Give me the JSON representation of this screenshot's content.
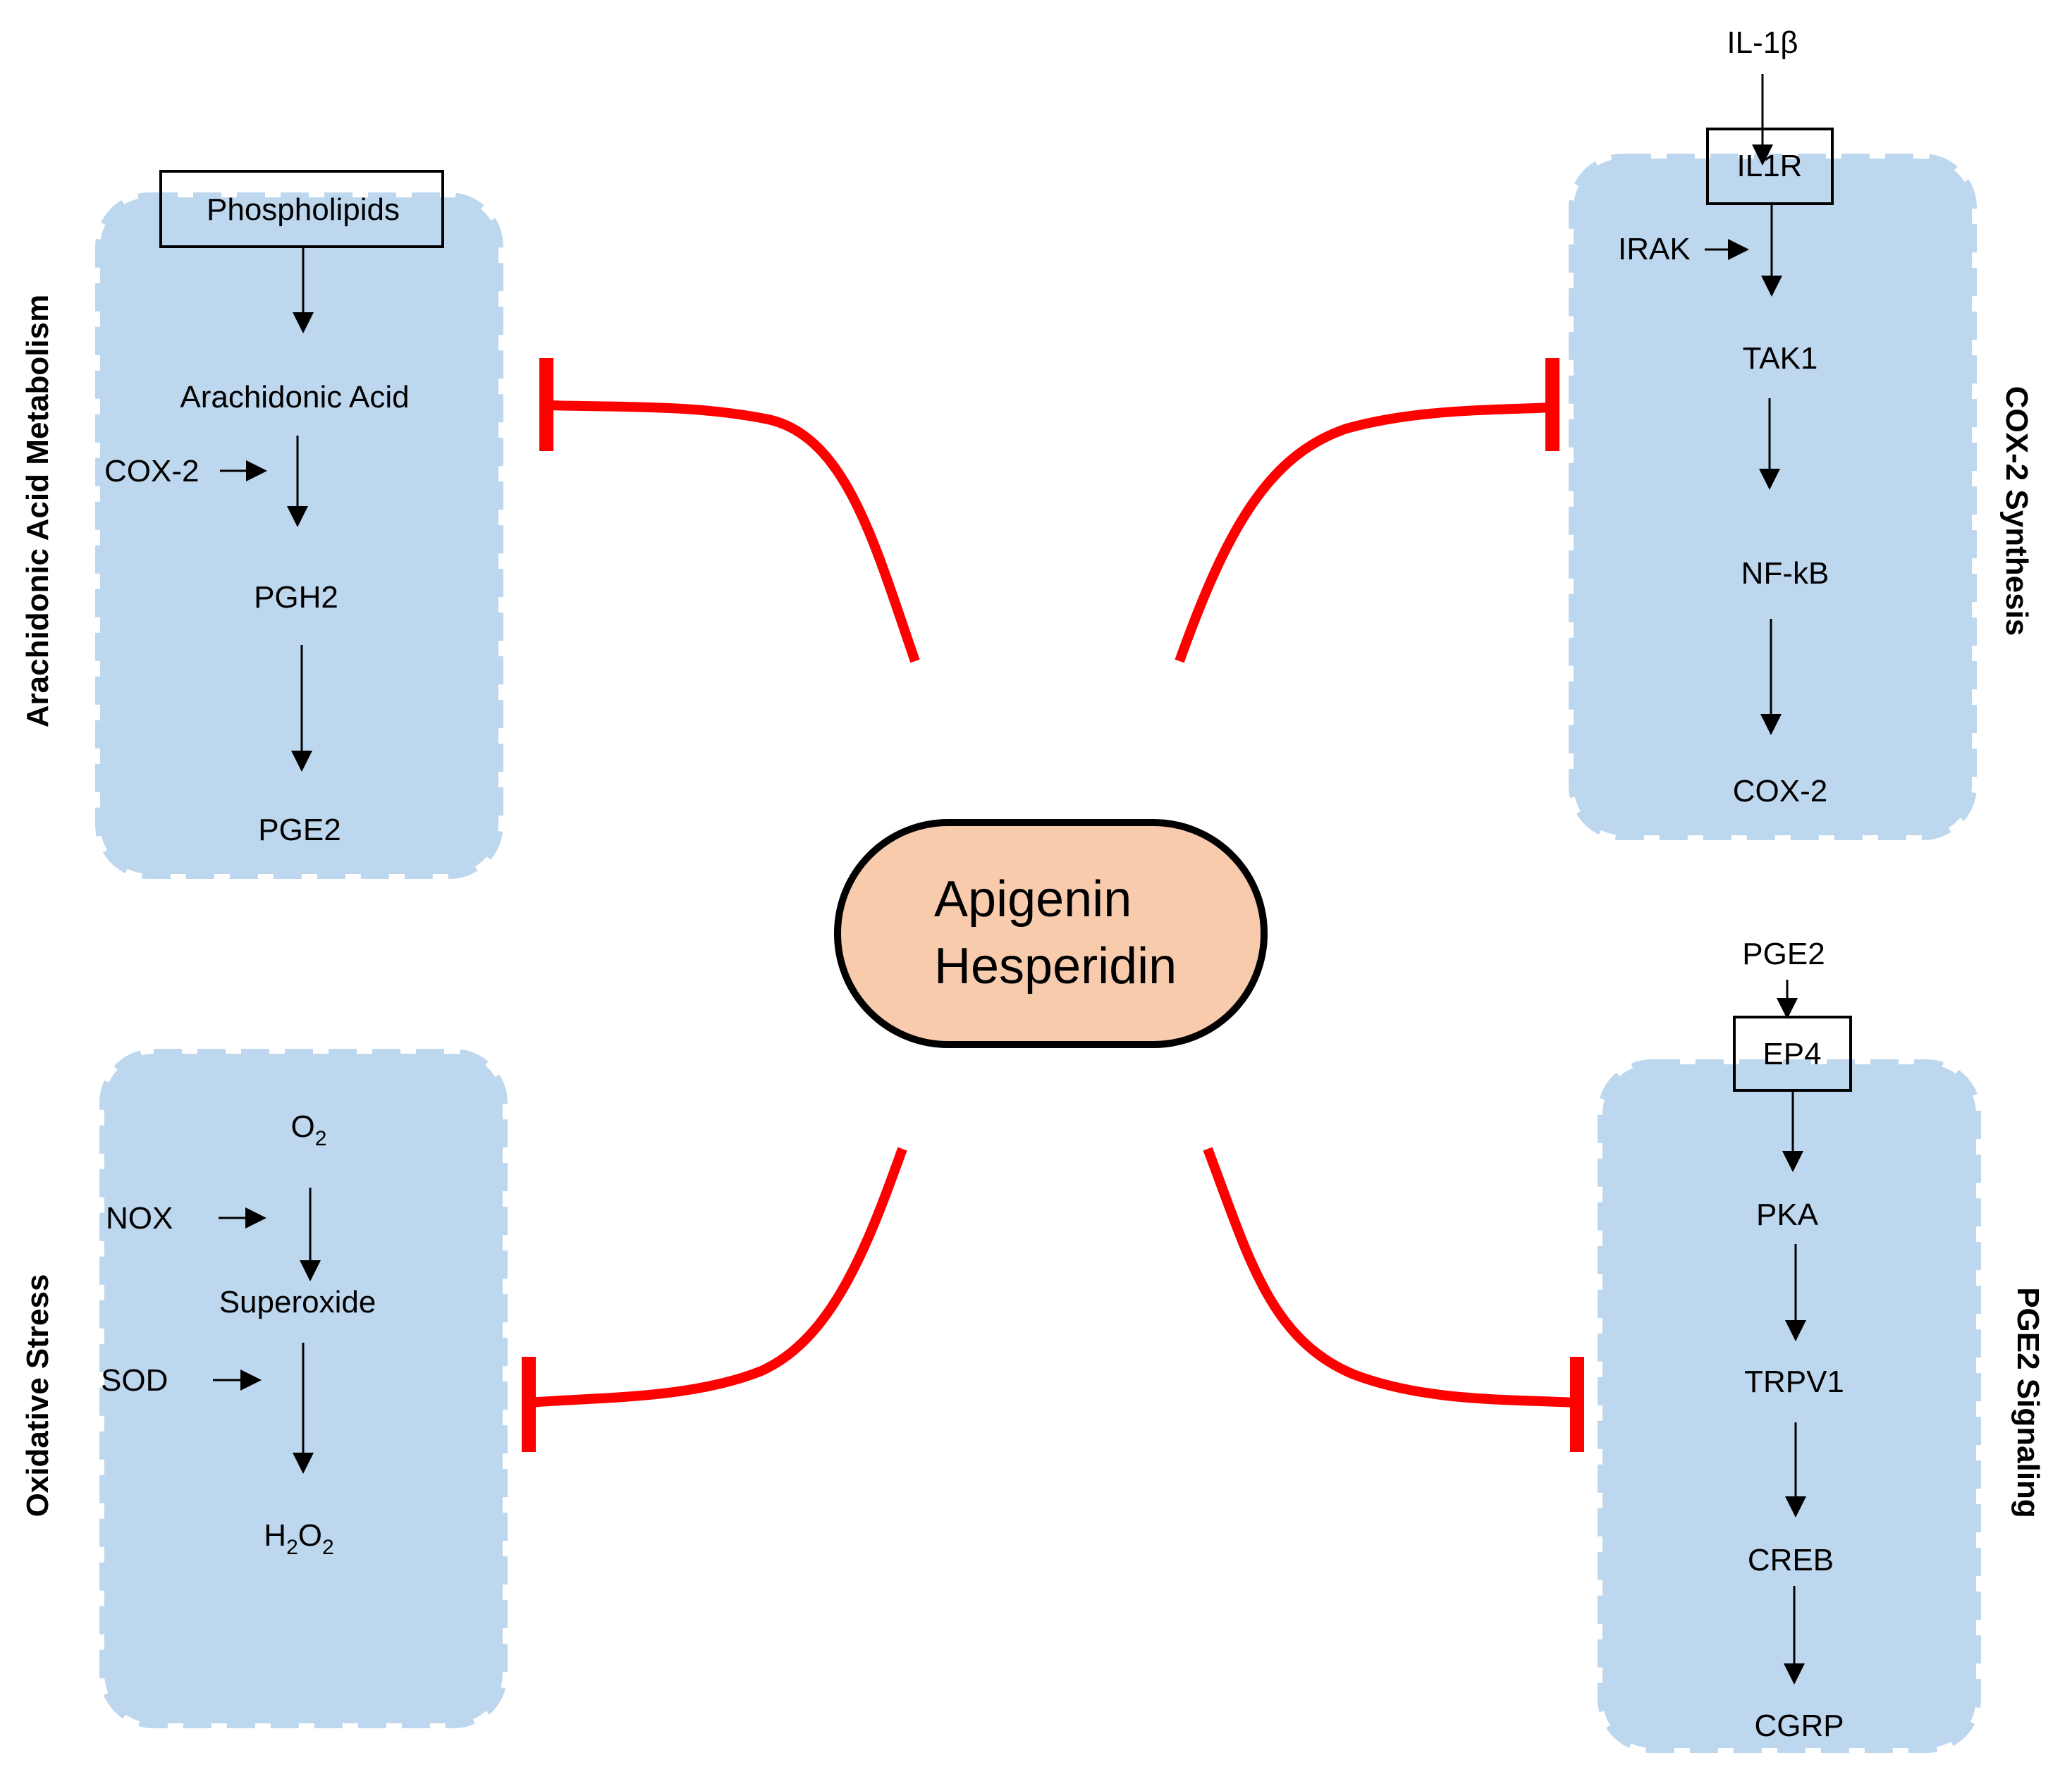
{
  "center": {
    "line1": "Apigenin",
    "line2": "Hesperidin"
  },
  "panels": {
    "arachidonic": {
      "title": "Arachidonic Acid Metabolism",
      "nodes": [
        "Phospholipids",
        "Arachidonic Acid",
        "PGH2",
        "PGE2"
      ],
      "enzyme": "COX-2"
    },
    "cox2": {
      "title": "COX-2 Synthesis",
      "input": "IL-1β",
      "nodes": [
        "IL1R",
        "TAK1",
        "NF-kB",
        "COX-2"
      ],
      "side_input": "IRAK"
    },
    "oxidative": {
      "title": "Oxidative Stress",
      "o2": {
        "base": "O",
        "sub": "2"
      },
      "superoxide": "Superoxide",
      "h2o2": {
        "h": "H",
        "sub1": "2",
        "o": "O",
        "sub2": "2"
      },
      "enzymes": [
        "NOX",
        "SOD"
      ]
    },
    "pge2": {
      "title": "PGE2 Signaling",
      "input": "PGE2",
      "nodes": [
        "EP4",
        "PKA",
        "TRPV1",
        "CREB",
        "CGRP"
      ]
    }
  },
  "colors": {
    "panel_fill": "#bdd7ee",
    "inhibition": "#ff0000",
    "center_fill": "#f8cbad"
  }
}
